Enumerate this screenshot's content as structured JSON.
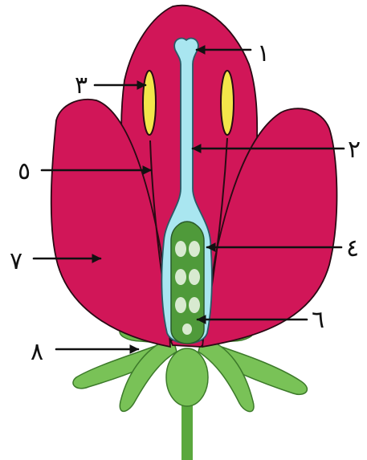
{
  "labels": [
    {
      "id": "1",
      "text": "١"
    },
    {
      "id": "2",
      "text": "٢"
    },
    {
      "id": "3",
      "text": "٣"
    },
    {
      "id": "4",
      "text": "٤"
    },
    {
      "id": "5",
      "text": "٥"
    },
    {
      "id": "6",
      "text": "٦"
    },
    {
      "id": "7",
      "text": "٧"
    },
    {
      "id": "8",
      "text": "٨"
    }
  ],
  "colors": {
    "petal": "#d11658",
    "petal_outline": "#2a0a14",
    "pistil": "#a9e6f0",
    "ovary": "#4f9a3a",
    "ovule": "#d8ead0",
    "anther": "#f3e64a",
    "sepal": "#79c257",
    "sepal_dark": "#4f9a3a"
  }
}
